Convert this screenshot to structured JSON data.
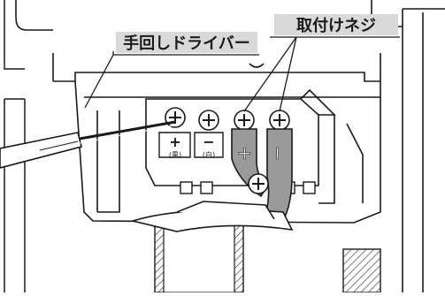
{
  "labels": {
    "screwdriver": "手回しドライバー",
    "mounting_screw": "取付けネジ"
  },
  "terminals": {
    "plus_sign": "+",
    "plus_color": "(黒)",
    "minus_sign": "−",
    "minus_color": "(白)",
    "cable_plus": "+",
    "cable_minus": "I"
  },
  "colors": {
    "line": "#1a1a1a",
    "label_background": "#d9d9d9",
    "cable_fill": "#9a9a9a",
    "background": "#ffffff"
  }
}
